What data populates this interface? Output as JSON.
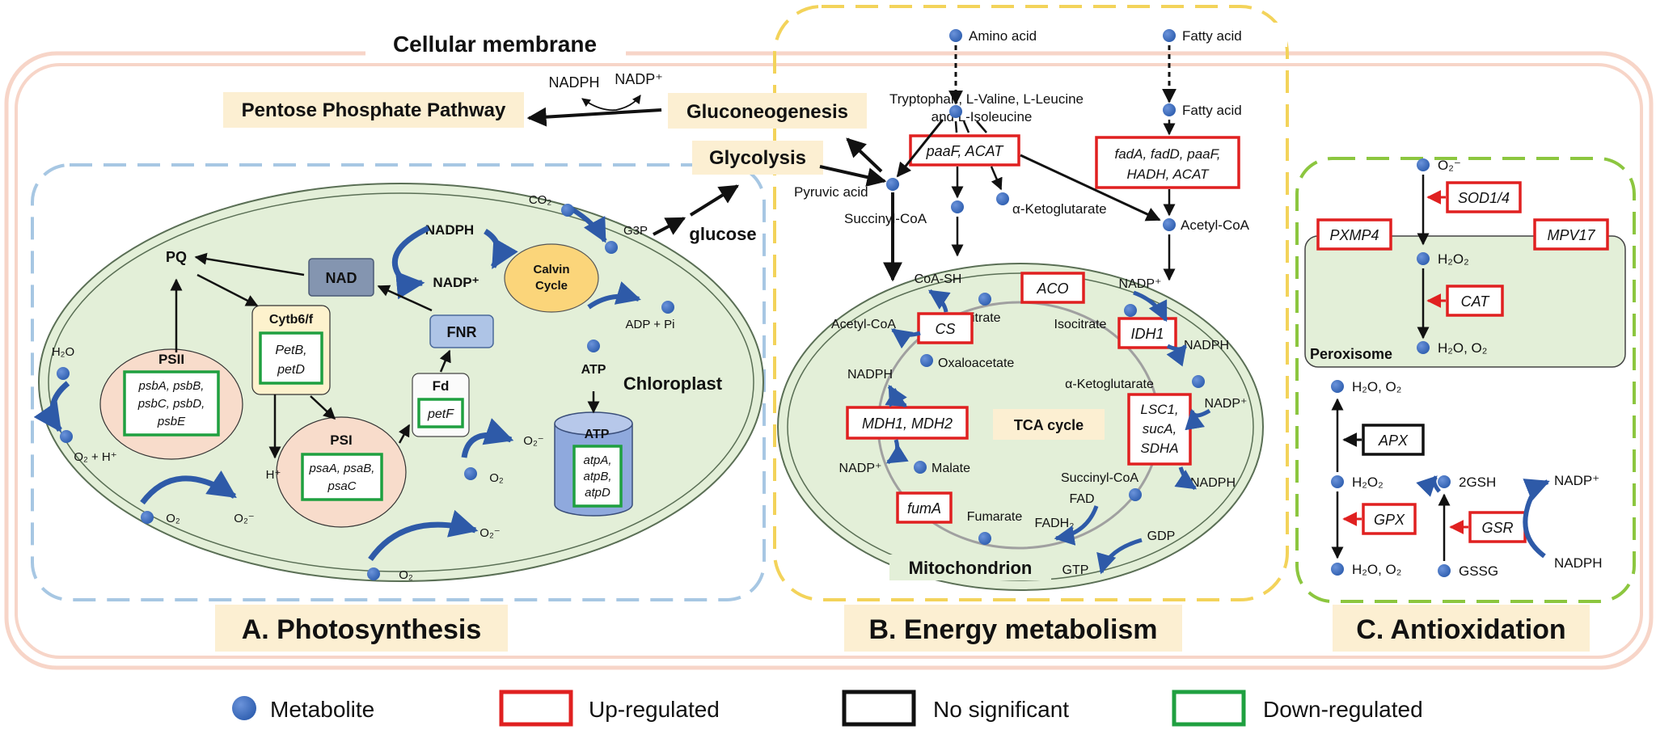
{
  "membrane_label": "Cellular membrane",
  "pathways": {
    "ppp": "Pentose Phosphate Pathway",
    "gluconeogenesis": "Gluconeogenesis",
    "glycolysis": "Glycolysis",
    "nadph": "NADPH",
    "nadp": "NADP⁺"
  },
  "photosynthesis": {
    "section_label": "A. Photosynthesis",
    "chloroplast": "Chloroplast",
    "pq": "PQ",
    "nad": "NAD",
    "nadph": "NADPH",
    "nadp": "NADP⁺",
    "fnr": "FNR",
    "fd": "Fd",
    "fd_genes": "petF",
    "cytb6f": "Cytb6/f",
    "cytb6f_genes": [
      "PetB,",
      "petD"
    ],
    "psii": "PSII",
    "psii_genes": [
      "psbA, psbB,",
      "psbC, psbD,",
      "psbE"
    ],
    "psi": "PSI",
    "psi_genes": [
      "psaA, psaB,",
      "psaC"
    ],
    "atp_label": "ATP",
    "atp_synthase": "ATP",
    "atp_genes": [
      "atpA,",
      "atpB,",
      "atpD"
    ],
    "calvin": [
      "Calvin",
      "Cycle"
    ],
    "co2": "CO₂",
    "g3p": "G3P",
    "glucose": "glucose",
    "adp": "ADP + Pi",
    "h2o": "H₂O",
    "o2_h": "O₂ + H⁺",
    "h_plus": "H⁺",
    "o2": "O₂",
    "o2_radical": "O₂⁻"
  },
  "energy": {
    "section_label": "B. Energy metabolism",
    "amino_acid": "Amino acid",
    "fatty_acid_top": "Fatty acid",
    "amino_products": [
      "Tryptophan, L-Valine, L-Leucine",
      "and L-Isoleucine"
    ],
    "fatty_acid_mid": "Fatty acid",
    "paaf_acat": "paaF, ACAT",
    "fad_genes": [
      "fadA, fadD, paaF,",
      "HADH, ACAT"
    ],
    "pyruvic": "Pyruvic acid",
    "succinyl_top": "Succinyl-CoA",
    "aketo_top": "α-Ketoglutarate",
    "acetyl_top": "Acetyl-CoA",
    "mitochondrion": "Mitochondrion",
    "tca": "TCA cycle",
    "coash": "CoA-SH",
    "aco": "ACO",
    "citrate": "Citrate",
    "isocitrate": "Isocitrate",
    "cs": "CS",
    "acetyl_in": "Acetyl-CoA",
    "idh1": "IDH1",
    "nadp_idh": "NADP⁺",
    "nadph_idh": "NADPH",
    "oxaloacetate": "Oxaloacetate",
    "aketo_in": "α-Ketoglutarate",
    "nadph_mdh": "NADPH",
    "mdh": "MDH1, MDH2",
    "nadp_mdh": "NADP⁺",
    "malate": "Malate",
    "lsc": [
      "LSC1,",
      "sucA,",
      "SDHA"
    ],
    "nadp_lsc": "NADP⁺",
    "nadph_lsc": "NADPH",
    "succinyl_in": "Succinyl-CoA",
    "fuma": "fumA",
    "fumarate": "Fumarate",
    "fad": "FAD",
    "fadh2": "FADH₂",
    "gdp": "GDP",
    "gtp": "GTP"
  },
  "antioxidation": {
    "section_label": "C. Antioxidation",
    "o2_radical": "O₂⁻",
    "sod": "SOD1/4",
    "pxmp4": "PXMP4",
    "mpv17": "MPV17",
    "h2o2_p": "H₂O₂",
    "cat": "CAT",
    "h2o_o2_p": "H₂O, O₂",
    "peroxisome": "Peroxisome",
    "h2o_o2_top": "H₂O, O₂",
    "apx": "APX",
    "h2o2": "H₂O₂",
    "gsh": "2GSH",
    "nadp": "NADP⁺",
    "gpx": "GPX",
    "gsr": "GSR",
    "h2o_o2_bottom": "H₂O, O₂",
    "gssg": "GSSG",
    "nadph": "NADPH"
  },
  "legend": {
    "metabolite": "Metabolite",
    "up": "Up-regulated",
    "none": "No significant",
    "down": "Down-regulated"
  },
  "colors": {
    "up": "#e02020",
    "down": "#1fa040",
    "none": "#111111",
    "metabolite": "#4472c4",
    "label_bg": "#fcefd2",
    "compartment": "#e3efd8"
  }
}
